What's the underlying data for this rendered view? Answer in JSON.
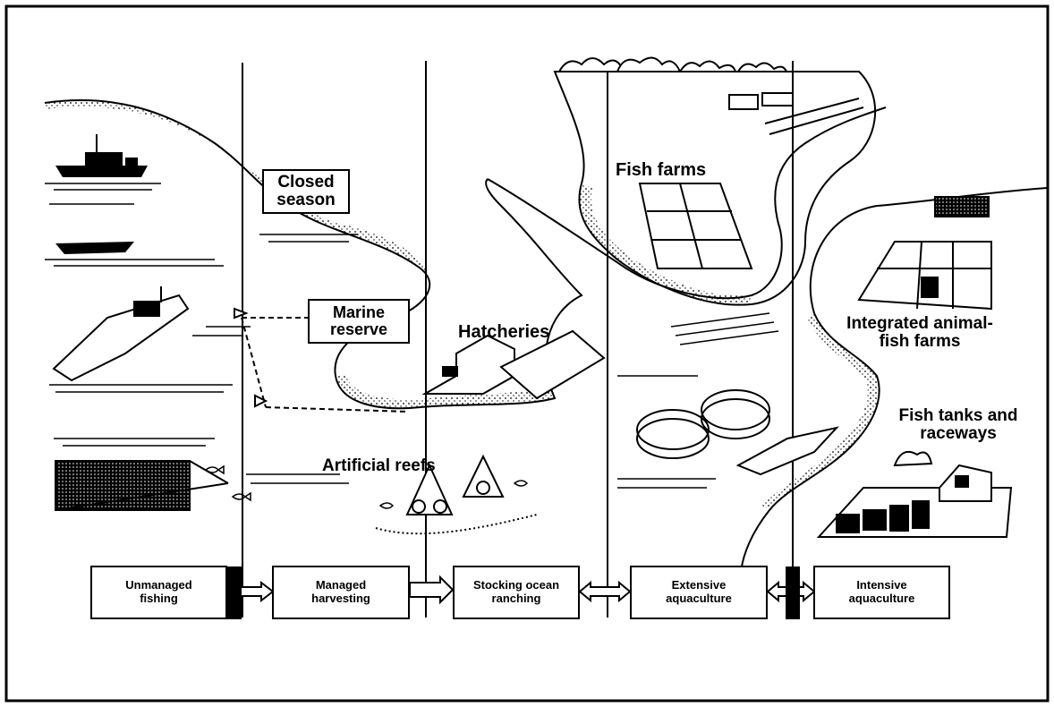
{
  "site_labels": {
    "closed_season": "Closed season",
    "marine_reserve": "Marine reserve",
    "hatcheries": "Hatcheries",
    "fish_farms": "Fish farms",
    "integrated": "Integrated animal-fish farms",
    "fish_tanks": "Fish tanks and raceways",
    "artificial_reefs": "Artificial reefs"
  },
  "stages": [
    {
      "label": "Unmanaged fishing"
    },
    {
      "label": "Managed harvesting"
    },
    {
      "label": "Stocking ocean ranching"
    },
    {
      "label": "Extensive aquaculture"
    },
    {
      "label": "Intensive aquaculture"
    }
  ],
  "colors": {
    "ink": "#000000",
    "paper": "#ffffff"
  }
}
